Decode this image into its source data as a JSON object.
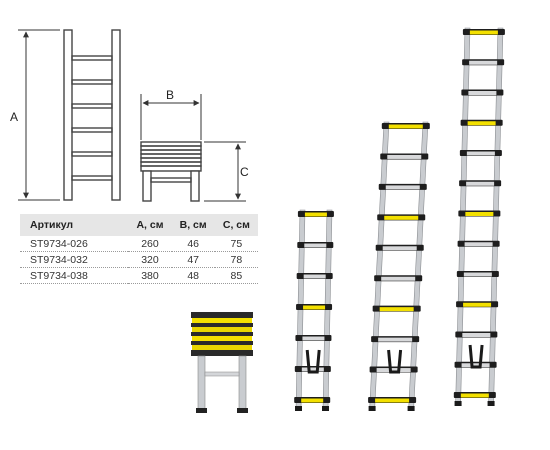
{
  "dimensions": {
    "a": "A",
    "b": "B",
    "c": "C"
  },
  "spec_table": {
    "headers": [
      "Артикул",
      "A, см",
      "B, см",
      "C, см"
    ],
    "rows": [
      [
        "ST9734-026",
        "260",
        "46",
        "75"
      ],
      [
        "ST9734-032",
        "320",
        "47",
        "78"
      ],
      [
        "ST9734-038",
        "380",
        "48",
        "85"
      ]
    ]
  },
  "colors": {
    "rung_yellow": "#f3e000",
    "rail_silver": "#c9ccd0",
    "drawing_gray": "#444444",
    "table_header_bg": "#e6e6e6"
  }
}
